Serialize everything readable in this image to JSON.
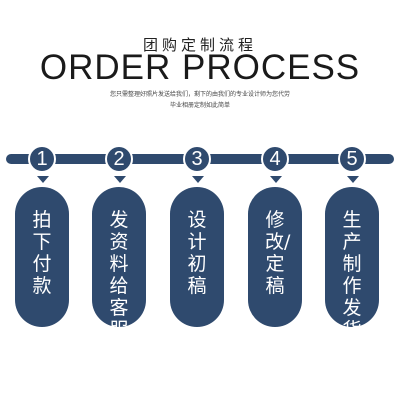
{
  "header": {
    "subtitle_cn": "团购定制流程",
    "title_en": "ORDER PROCESS",
    "description_line1": "您只需整理好照片发送给我们，剩下的由我们的专业设计师为您代劳",
    "description_line2": "毕业相册定制如此简单"
  },
  "steps": [
    {
      "number": "1",
      "label": "拍下付款"
    },
    {
      "number": "2",
      "label": "发资料给客服"
    },
    {
      "number": "3",
      "label": "设计初稿"
    },
    {
      "number": "4",
      "label": "修改/定稿"
    },
    {
      "number": "5",
      "label": "生产制作发货"
    }
  ],
  "colors": {
    "accent": "#2f4a6e",
    "background": "#ffffff"
  }
}
